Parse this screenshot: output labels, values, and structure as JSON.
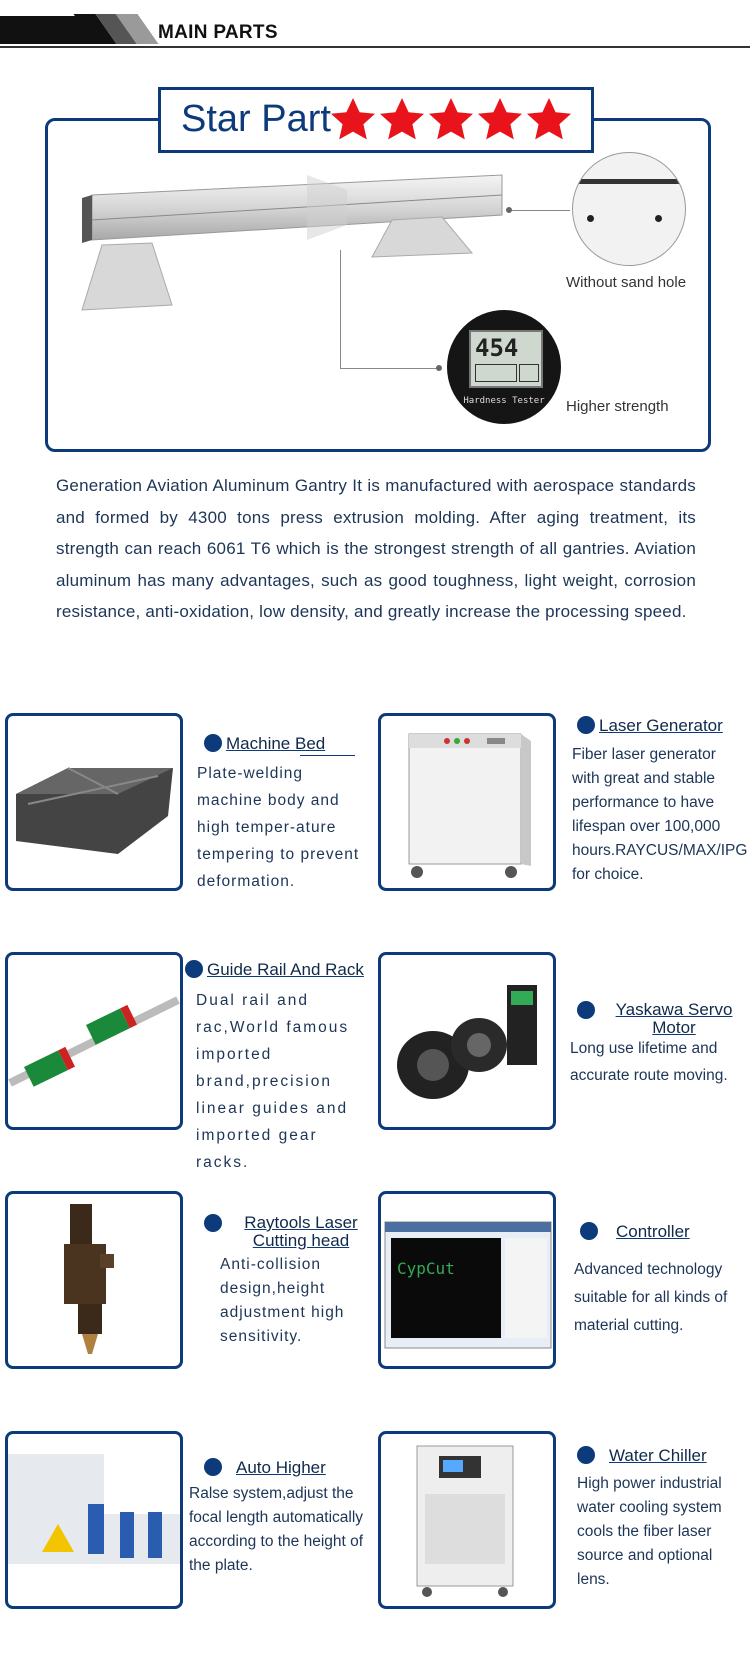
{
  "header": {
    "title": "MAIN PARTS"
  },
  "star_part": {
    "title": "Star Part",
    "rating": 5,
    "star_color": "#e8131b",
    "callout_1": "Without sand hole",
    "callout_2": "Higher strength",
    "tester_reading": "454",
    "tester_label": "Hardness Tester"
  },
  "description": "Generation Aviation Aluminum Gantry It is manufactured with aerospace standards and formed by 4300 tons press extrusion molding. After aging treatment, its strength can reach 6061 T6 which is the strongest strength of all gantries. Aviation aluminum has many advantages, such as good toughness, light weight, corrosion resistance, anti-oxidation, low density, and greatly increase the processing speed.",
  "parts": [
    {
      "title": "Machine Bed",
      "desc": "Plate-welding machine body and high temper-ature tempering to prevent deformation."
    },
    {
      "title": "Laser Generator",
      "desc": "Fiber laser generator with great and stable performance to have lifespan over 100,000 hours.RAYCUS/MAX/IPG for choice."
    },
    {
      "title": "Guide Rail And Rack",
      "desc": "Dual rail and rac,World famous imported brand,precision linear guides and imported gear racks."
    },
    {
      "title": "Yaskawa Servo Motor",
      "desc": "Long use lifetime and accurate route moving."
    },
    {
      "title": "Raytools Laser Cutting head",
      "desc": "Anti-collision design,height adjustment high sensitivity."
    },
    {
      "title": "Controller",
      "desc": "Advanced technology suitable for all kinds of material cutting."
    },
    {
      "title": "Auto Higher",
      "desc": "Ralse system,adjust the focal length automatically according to the height of the plate."
    },
    {
      "title": "Water Chiller",
      "desc": "High power industrial water cooling system cools the fiber laser source and optional lens."
    }
  ],
  "colors": {
    "accent": "#0c3a7a",
    "text": "#1d3556"
  }
}
